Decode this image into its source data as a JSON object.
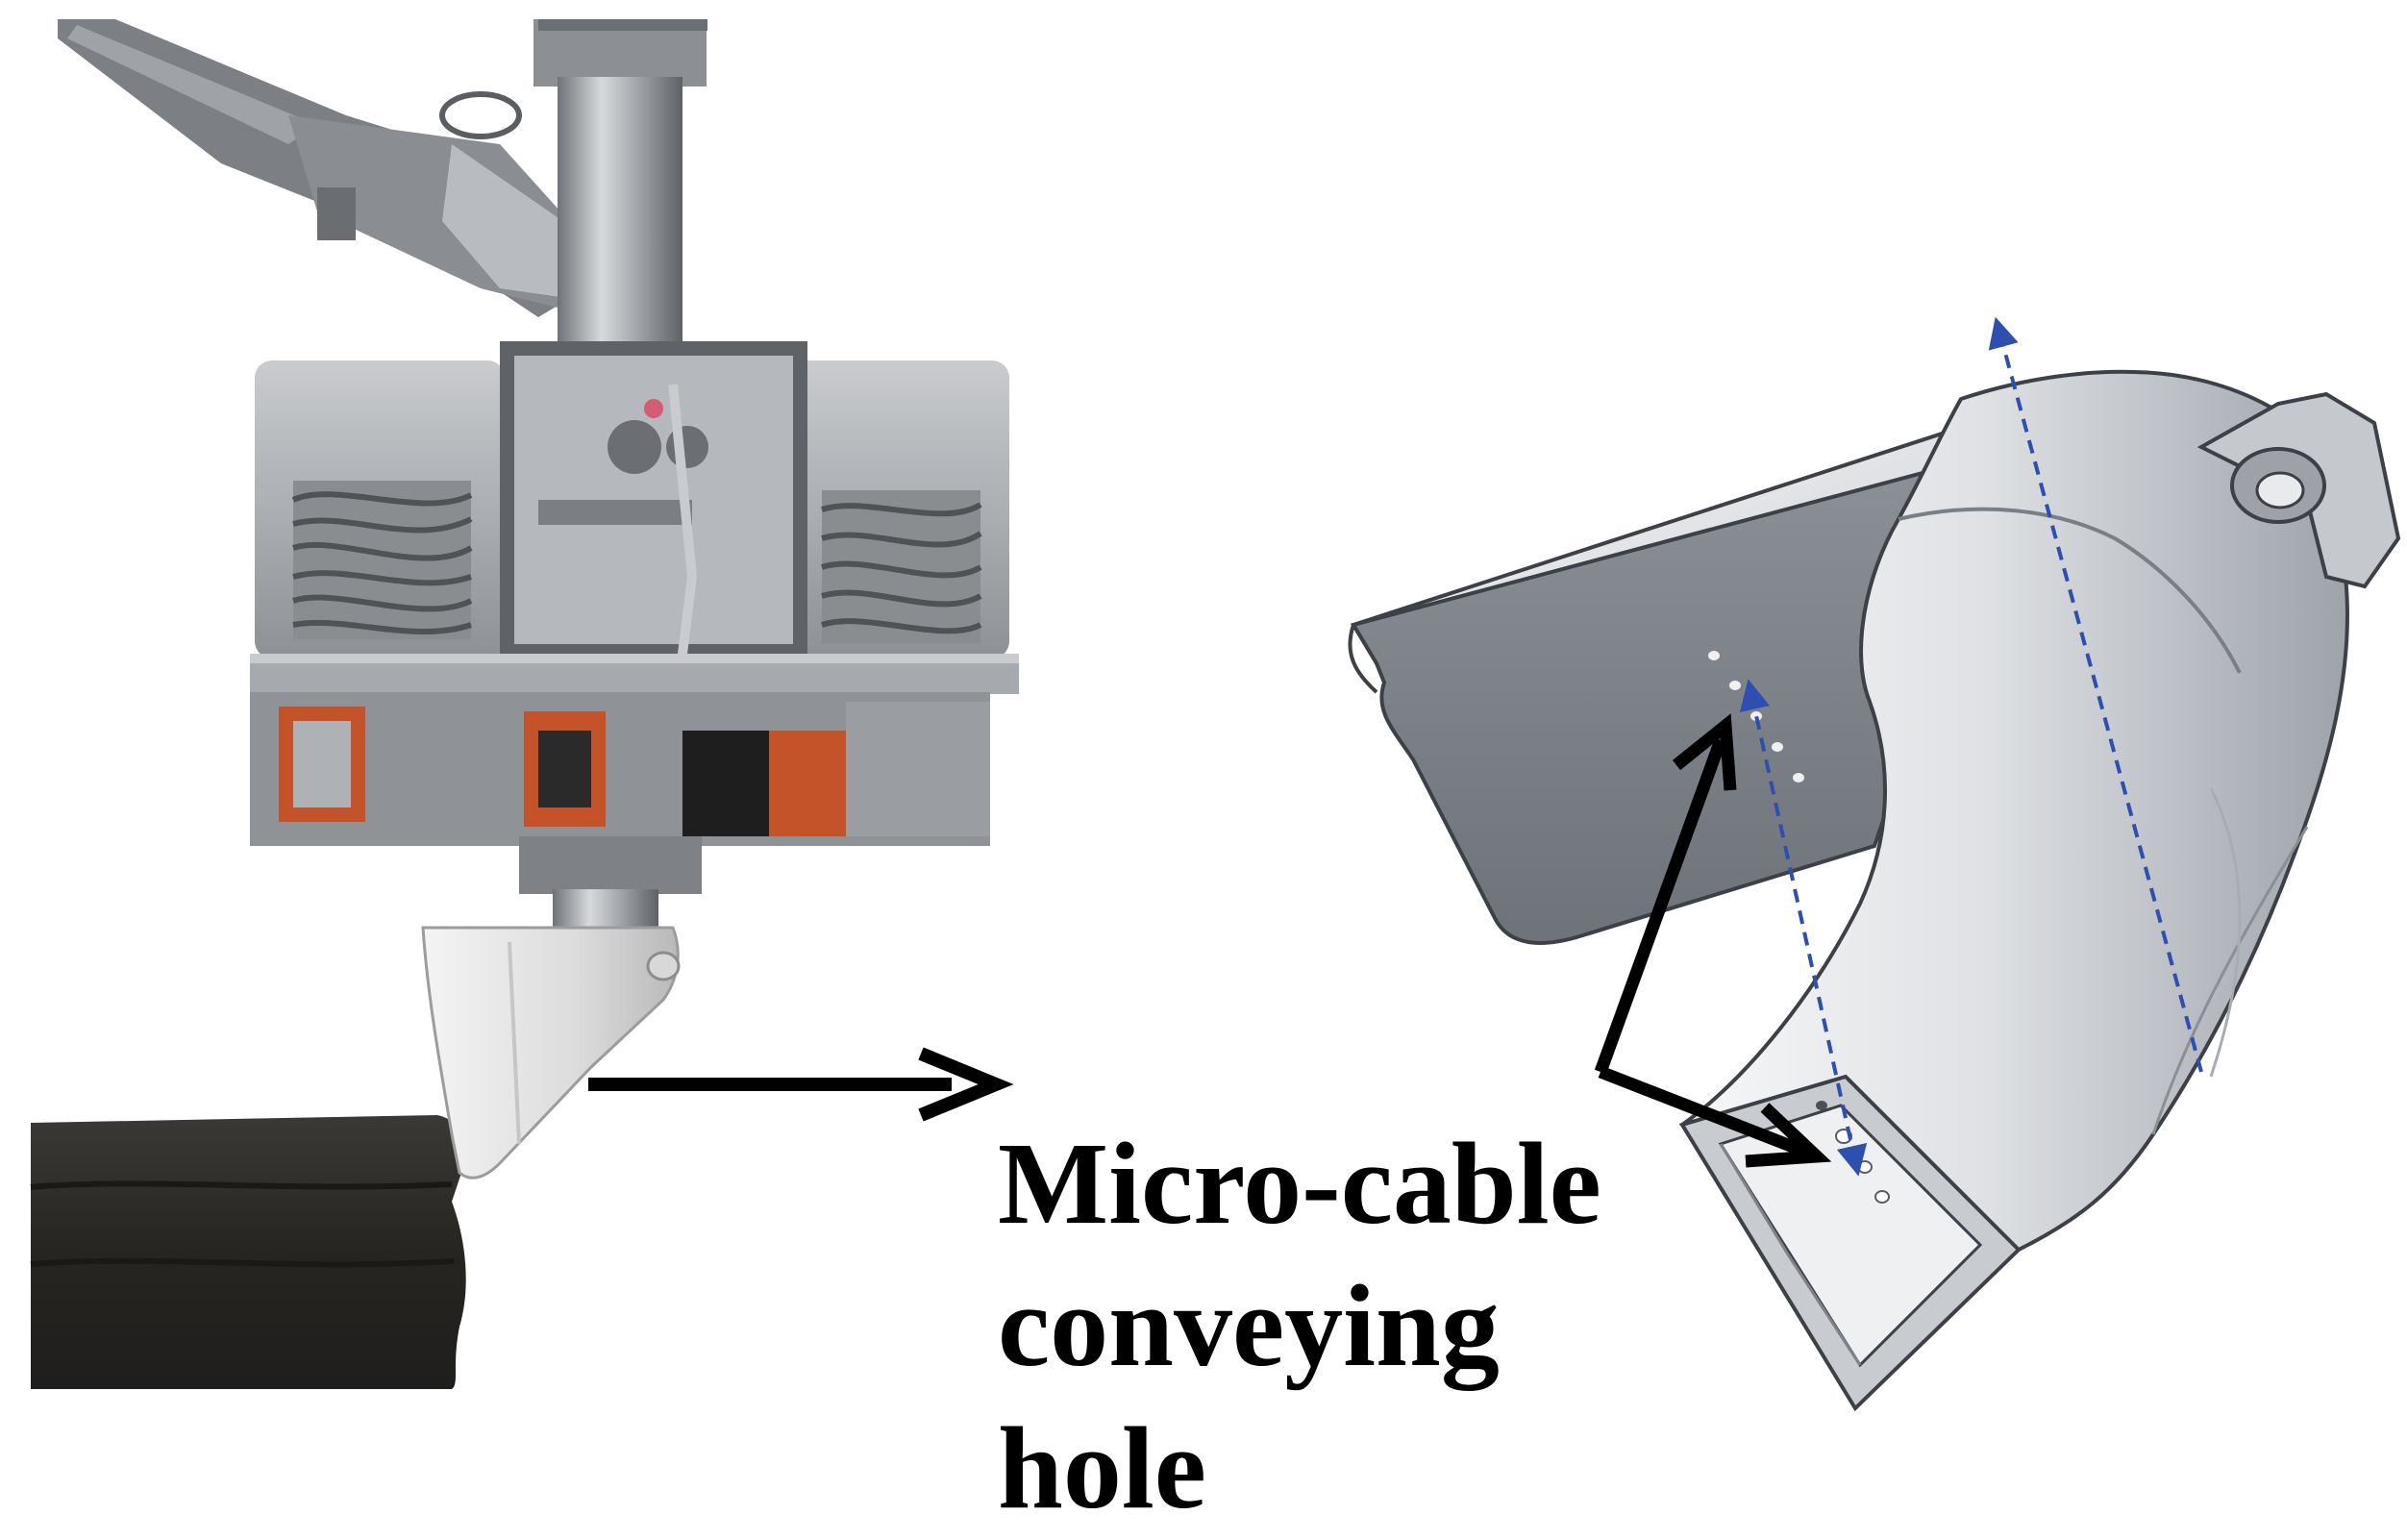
{
  "annotation": {
    "label_lines": [
      "Micro-cable",
      "conveying",
      "hole"
    ]
  },
  "colors": {
    "background": "#ffffff",
    "annotation_text": "#000000",
    "arrow": "#000000",
    "axis_dash": "#2f4fb0",
    "metal_dark": "#5a5d62",
    "metal_mid": "#9a9ea3",
    "metal_light": "#d4d6d9",
    "copper": "#c4532a",
    "printed_concrete": "#2c2b29",
    "cad_body_light": "#e9eaec",
    "cad_body_mid": "#b9bcc1",
    "cad_body_dark": "#7e838a",
    "cad_outline": "#3d4046"
  },
  "icons": {
    "photo": "print-head-photo",
    "model": "nozzle-cad-model",
    "pointer": "arrow-right-icon",
    "callouts": "callout-arrow-icon"
  }
}
